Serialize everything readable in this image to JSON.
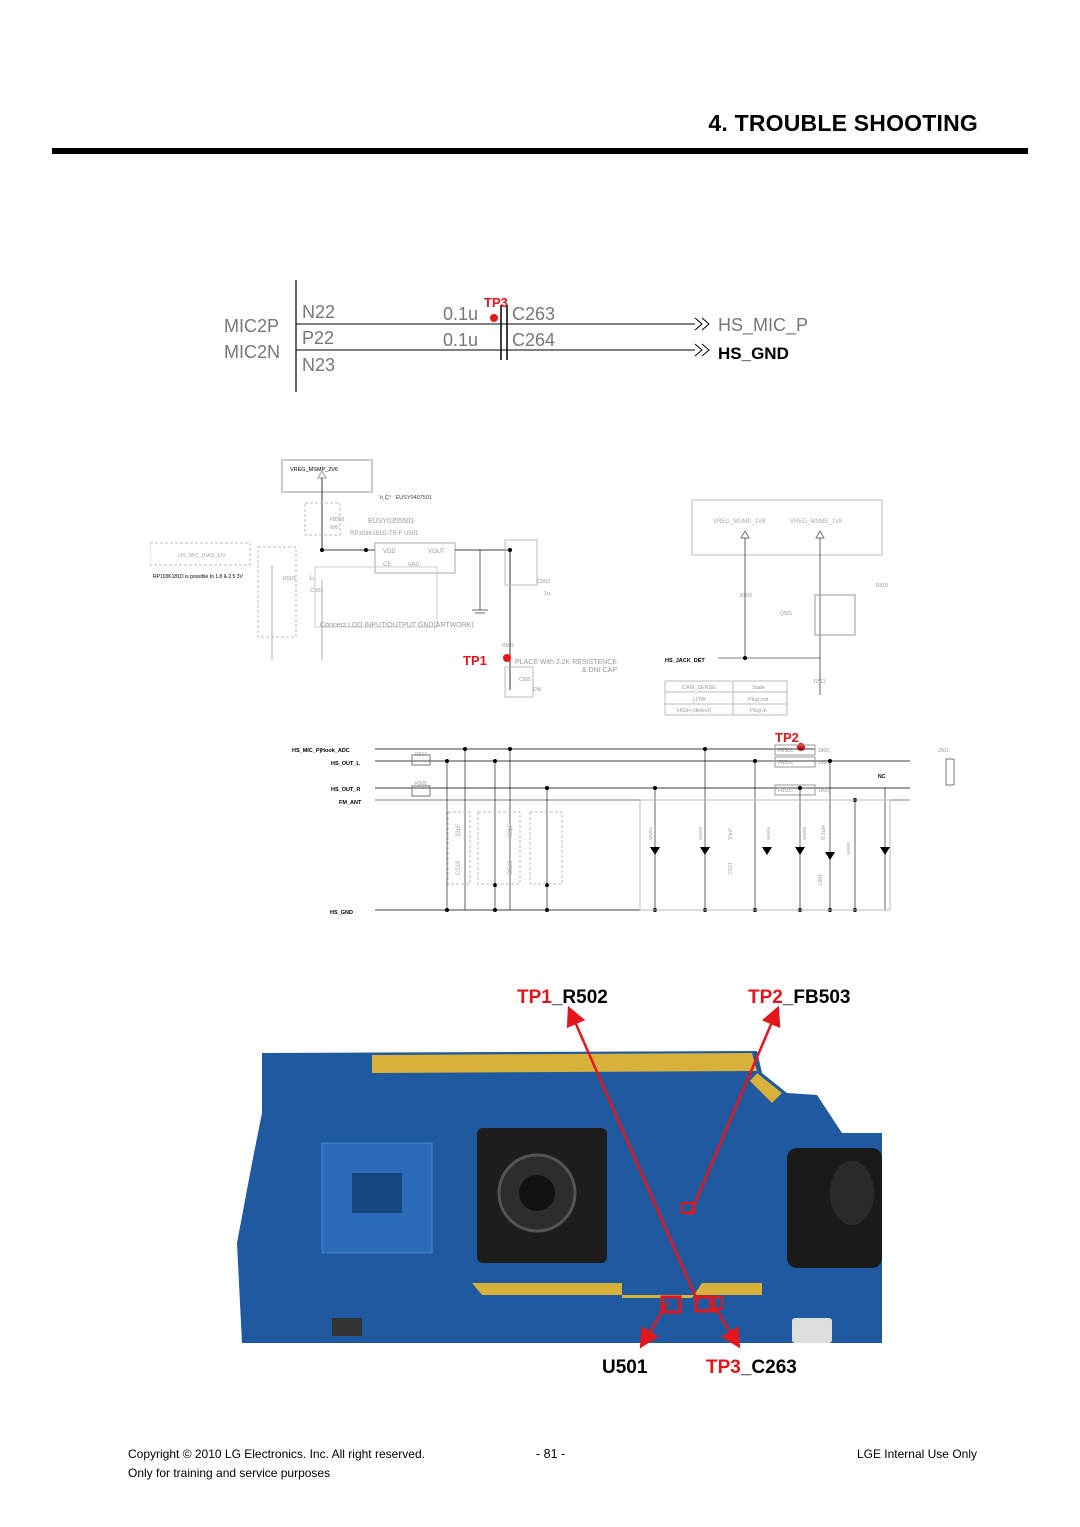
{
  "header": {
    "section_title": "4. TROUBLE SHOOTING"
  },
  "schematic_top": {
    "nets": [
      "MIC2P",
      "MIC2N"
    ],
    "pins": [
      "N22",
      "P22",
      "N23"
    ],
    "caps": [
      {
        "value": "0.1u",
        "ref": "C263"
      },
      {
        "value": "0.1u",
        "ref": "C264"
      }
    ],
    "ports": [
      "HS_MIC_P",
      "HS_GND"
    ],
    "test_point": "TP3"
  },
  "schematic_main": {
    "labels": {
      "vreg_msmp": "VREG_MSMP_2V6",
      "part_note": "¨ó¸Ç° : EUSY0407501",
      "fb501": "FB501",
      "fb501_val": "600",
      "eusy": "EUSY0355501",
      "rp_part": "RP103K181D-TR-F  U501",
      "hs_mic_bias": "HS_MIC_BIAS_EN",
      "rp_note": "RP103K181D is possible to 1.8 & 2.5 3V",
      "r501": "R501",
      "c501": "C501",
      "u1": "1u",
      "c502": "C502",
      "u2": "1u",
      "vdd": "VDD",
      "vout": "VOUT",
      "ce": "CE",
      "gnd": "GND",
      "connect_ldo": "Connect LDO INPUT/OUTPUT GND(ARTWORK)",
      "place_with": "PLACE With 2.2K RESISTENCE",
      "dni_cap": "& DNI CAP",
      "r502": "R502",
      "c505": "C505",
      "dni": "DNI",
      "vreg_msme": "VREG_MSME_1V8",
      "vreg_msme2": "VREG_MSME_1V8",
      "hs_jack_det": "HS_JACK_DET",
      "q501": "Q501",
      "r503": "R503",
      "r510": "R510",
      "r511": "R511",
      "table_head": [
        "CAM_SENSE",
        "State"
      ],
      "table_rows": [
        [
          "LOW",
          "Plug out"
        ],
        [
          "HIGH (detect)",
          "Plug in"
        ]
      ],
      "hs_mic_p_hook": "HS_MIC_P|Hook_ADC",
      "hs_out_l": "HS_OUT_L",
      "hs_out_r": "HS_OUT_R",
      "fm_ant": "FM_ANT",
      "hs_gnd": "HS_GND",
      "r504": "R504",
      "r505": "R505",
      "fb503": "FB503",
      "fb504": "FB504",
      "fb505": "FB505",
      "f1800": "1800",
      "j501": "J501",
      "nc": "NC",
      "c519": "C519",
      "c520": "C520",
      "c521": "C521",
      "c_33p": "33pF",
      "va501": "VA501",
      "va503": "VA503",
      "va504": "VA504",
      "va505": "VA505",
      "va502": "VA502",
      "l501": "L501",
      "l_val": "0.1uH"
    },
    "test_points": [
      "TP1",
      "TP2"
    ]
  },
  "callouts": {
    "tp1": {
      "tp": "TP1",
      "ref": "_R502"
    },
    "tp2": {
      "tp": "TP2",
      "ref": "_FB503"
    },
    "u501": "U501",
    "tp3": {
      "tp": "TP3",
      "ref": "_C263"
    }
  },
  "colors": {
    "accent_red": "#e4161b",
    "pcb_blue": "#1f5aa0",
    "pcb_dark": "#123e78",
    "schematic_gray": "#a9a9a9"
  },
  "footer": {
    "copyright": "Copyright © 2010 LG Electronics. Inc. All right reserved.",
    "page_number": "- 81 -",
    "internal": "LGE Internal Use Only",
    "training": "Only for training and service purposes"
  }
}
